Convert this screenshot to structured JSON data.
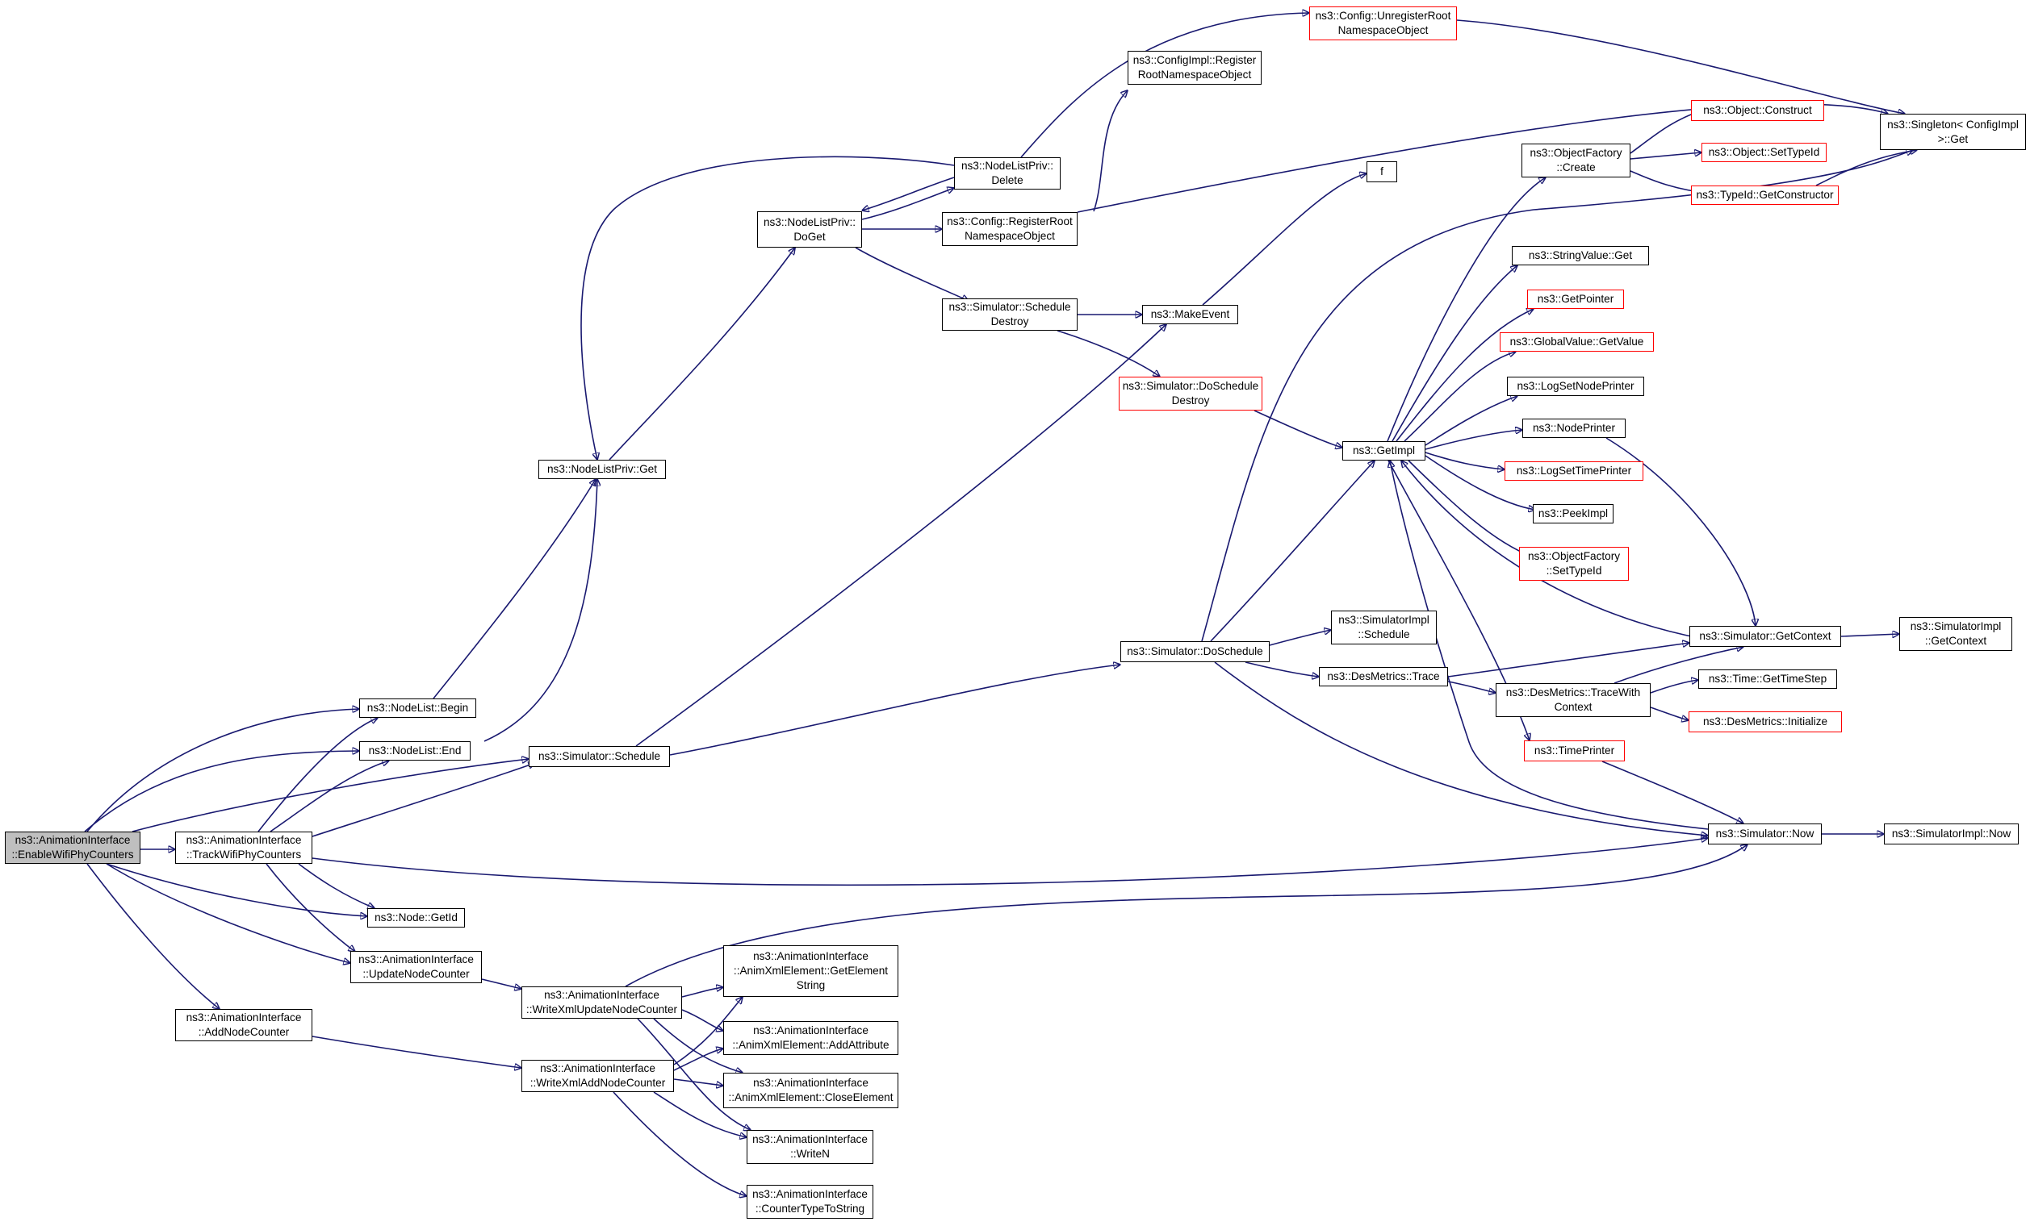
{
  "graph": {
    "colors": {
      "edge": "#191970",
      "node_border": "#000000",
      "incomplete_node_border": "#ff0000",
      "root_fill": "#bfbfbf",
      "background": "#ffffff"
    },
    "nodes": [
      {
        "id": "enable",
        "lines": [
          "ns3::AnimationInterface",
          "::EnableWifiPhyCounters"
        ],
        "style": "root"
      },
      {
        "id": "nl_begin",
        "lines": [
          "ns3::NodeList::Begin"
        ],
        "style": "normal"
      },
      {
        "id": "nl_end",
        "lines": [
          "ns3::NodeList::End"
        ],
        "style": "normal"
      },
      {
        "id": "track",
        "lines": [
          "ns3::AnimationInterface",
          "::TrackWifiPhyCounters"
        ],
        "style": "normal"
      },
      {
        "id": "node_getid",
        "lines": [
          "ns3::Node::GetId"
        ],
        "style": "normal"
      },
      {
        "id": "update",
        "lines": [
          "ns3::AnimationInterface",
          "::UpdateNodeCounter"
        ],
        "style": "normal"
      },
      {
        "id": "add",
        "lines": [
          "ns3::AnimationInterface",
          "::AddNodeCounter"
        ],
        "style": "normal"
      },
      {
        "id": "nlp_get",
        "lines": [
          "ns3::NodeListPriv::Get"
        ],
        "style": "normal"
      },
      {
        "id": "sim_schedule",
        "lines": [
          "ns3::Simulator::Schedule"
        ],
        "style": "normal"
      },
      {
        "id": "write_update",
        "lines": [
          "ns3::AnimationInterface",
          "::WriteXmlUpdateNodeCounter"
        ],
        "style": "normal"
      },
      {
        "id": "write_add",
        "lines": [
          "ns3::AnimationInterface",
          "::WriteXmlAddNodeCounter"
        ],
        "style": "normal"
      },
      {
        "id": "doget",
        "lines": [
          "ns3::NodeListPriv::",
          "DoGet"
        ],
        "style": "normal"
      },
      {
        "id": "delete",
        "lines": [
          "ns3::NodeListPriv::",
          "Delete"
        ],
        "style": "normal"
      },
      {
        "id": "sched_destroy",
        "lines": [
          "ns3::Simulator::Schedule",
          "Destroy"
        ],
        "style": "normal"
      },
      {
        "id": "reg_root",
        "lines": [
          "ns3::Config::RegisterRoot",
          "NamespaceObject"
        ],
        "style": "normal"
      },
      {
        "id": "impl_reg_root",
        "lines": [
          "ns3::ConfigImpl::Register",
          "RootNamespaceObject"
        ],
        "style": "normal"
      },
      {
        "id": "unreg_root",
        "lines": [
          "ns3::Config::UnregisterRoot",
          "NamespaceObject"
        ],
        "style": "red"
      },
      {
        "id": "make_event",
        "lines": [
          "ns3::MakeEvent"
        ],
        "style": "normal"
      },
      {
        "id": "f",
        "lines": [
          "f"
        ],
        "style": "normal"
      },
      {
        "id": "do_sched_destroy",
        "lines": [
          "ns3::Simulator::DoSchedule",
          "Destroy"
        ],
        "style": "red"
      },
      {
        "id": "do_schedule",
        "lines": [
          "ns3::Simulator::DoSchedule"
        ],
        "style": "normal"
      },
      {
        "id": "get_impl",
        "lines": [
          "ns3::GetImpl"
        ],
        "style": "normal"
      },
      {
        "id": "simimpl_schedule",
        "lines": [
          "ns3::SimulatorImpl",
          "::Schedule"
        ],
        "style": "normal"
      },
      {
        "id": "des_trace",
        "lines": [
          "ns3::DesMetrics::Trace"
        ],
        "style": "normal"
      },
      {
        "id": "trace_ctx",
        "lines": [
          "ns3::DesMetrics::TraceWith",
          "Context"
        ],
        "style": "normal"
      },
      {
        "id": "obj_factory_create",
        "lines": [
          "ns3::ObjectFactory",
          "::Create"
        ],
        "style": "normal"
      },
      {
        "id": "obj_construct",
        "lines": [
          "ns3::Object::Construct"
        ],
        "style": "red"
      },
      {
        "id": "obj_settypeid",
        "lines": [
          "ns3::Object::SetTypeId"
        ],
        "style": "red"
      },
      {
        "id": "typeid_getctor",
        "lines": [
          "ns3::TypeId::GetConstructor"
        ],
        "style": "red"
      },
      {
        "id": "singleton_get",
        "lines": [
          "ns3::Singleton< ConfigImpl",
          " >::Get"
        ],
        "style": "normal"
      },
      {
        "id": "stringvalue_get",
        "lines": [
          "ns3::StringValue::Get"
        ],
        "style": "normal"
      },
      {
        "id": "get_pointer",
        "lines": [
          "ns3::GetPointer"
        ],
        "style": "red"
      },
      {
        "id": "globalvalue_getvalue",
        "lines": [
          "ns3::GlobalValue::GetValue"
        ],
        "style": "red"
      },
      {
        "id": "log_setnodeprinter",
        "lines": [
          "ns3::LogSetNodePrinter"
        ],
        "style": "normal"
      },
      {
        "id": "node_printer",
        "lines": [
          "ns3::NodePrinter"
        ],
        "style": "normal"
      },
      {
        "id": "log_settimeprinter",
        "lines": [
          "ns3::LogSetTimePrinter"
        ],
        "style": "red"
      },
      {
        "id": "peek_impl",
        "lines": [
          "ns3::PeekImpl"
        ],
        "style": "normal"
      },
      {
        "id": "objfactory_settypeid",
        "lines": [
          "ns3::ObjectFactory",
          "::SetTypeId"
        ],
        "style": "red"
      },
      {
        "id": "time_printer",
        "lines": [
          "ns3::TimePrinter"
        ],
        "style": "red"
      },
      {
        "id": "sim_getcontext",
        "lines": [
          "ns3::Simulator::GetContext"
        ],
        "style": "normal"
      },
      {
        "id": "simimpl_getcontext",
        "lines": [
          "ns3::SimulatorImpl",
          "::GetContext"
        ],
        "style": "normal"
      },
      {
        "id": "time_gettimestep",
        "lines": [
          "ns3::Time::GetTimeStep"
        ],
        "style": "normal"
      },
      {
        "id": "desmetrics_initialize",
        "lines": [
          "ns3::DesMetrics::Initialize"
        ],
        "style": "red"
      },
      {
        "id": "sim_now",
        "lines": [
          "ns3::Simulator::Now"
        ],
        "style": "normal"
      },
      {
        "id": "simimpl_now",
        "lines": [
          "ns3::SimulatorImpl::Now"
        ],
        "style": "normal"
      },
      {
        "id": "get_element_string",
        "lines": [
          "ns3::AnimationInterface",
          "::AnimXmlElement::GetElement",
          "String"
        ],
        "style": "normal"
      },
      {
        "id": "add_attribute",
        "lines": [
          "ns3::AnimationInterface",
          "::AnimXmlElement::AddAttribute"
        ],
        "style": "normal"
      },
      {
        "id": "close_element",
        "lines": [
          "ns3::AnimationInterface",
          "::AnimXmlElement::CloseElement"
        ],
        "style": "normal"
      },
      {
        "id": "write_n",
        "lines": [
          "ns3::AnimationInterface",
          "::WriteN"
        ],
        "style": "normal"
      },
      {
        "id": "counter_type_to_string",
        "lines": [
          "ns3::AnimationInterface",
          "::CounterTypeToString"
        ],
        "style": "normal"
      }
    ],
    "edges": [
      [
        "enable",
        "nl_begin"
      ],
      [
        "enable",
        "nl_end"
      ],
      [
        "enable",
        "sim_schedule"
      ],
      [
        "enable",
        "track"
      ],
      [
        "enable",
        "node_getid"
      ],
      [
        "enable",
        "update"
      ],
      [
        "enable",
        "add"
      ],
      [
        "nl_begin",
        "nlp_get"
      ],
      [
        "nl_end",
        "nlp_get"
      ],
      [
        "track",
        "nl_begin"
      ],
      [
        "track",
        "nl_end"
      ],
      [
        "track",
        "sim_schedule"
      ],
      [
        "track",
        "node_getid"
      ],
      [
        "track",
        "update"
      ],
      [
        "track",
        "sim_now"
      ],
      [
        "update",
        "write_update"
      ],
      [
        "add",
        "write_add"
      ],
      [
        "nlp_get",
        "doget"
      ],
      [
        "doget",
        "delete"
      ],
      [
        "doget",
        "reg_root"
      ],
      [
        "doget",
        "sched_destroy"
      ],
      [
        "delete",
        "doget"
      ],
      [
        "delete",
        "nlp_get"
      ],
      [
        "delete",
        "unreg_root"
      ],
      [
        "reg_root",
        "impl_reg_root"
      ],
      [
        "reg_root",
        "singleton_get"
      ],
      [
        "unreg_root",
        "singleton_get"
      ],
      [
        "sched_destroy",
        "make_event"
      ],
      [
        "sched_destroy",
        "do_sched_destroy"
      ],
      [
        "make_event",
        "f"
      ],
      [
        "sim_schedule",
        "make_event"
      ],
      [
        "sim_schedule",
        "do_schedule"
      ],
      [
        "do_sched_destroy",
        "get_impl"
      ],
      [
        "do_schedule",
        "singleton_get"
      ],
      [
        "do_schedule",
        "get_impl"
      ],
      [
        "do_schedule",
        "simimpl_schedule"
      ],
      [
        "do_schedule",
        "des_trace"
      ],
      [
        "do_schedule",
        "sim_now"
      ],
      [
        "get_impl",
        "obj_factory_create"
      ],
      [
        "get_impl",
        "stringvalue_get"
      ],
      [
        "get_impl",
        "get_pointer"
      ],
      [
        "get_impl",
        "globalvalue_getvalue"
      ],
      [
        "get_impl",
        "log_setnodeprinter"
      ],
      [
        "get_impl",
        "node_printer"
      ],
      [
        "get_impl",
        "log_settimeprinter"
      ],
      [
        "get_impl",
        "peek_impl"
      ],
      [
        "get_impl",
        "objfactory_settypeid"
      ],
      [
        "get_impl",
        "time_printer"
      ],
      [
        "obj_factory_create",
        "obj_construct"
      ],
      [
        "obj_factory_create",
        "obj_settypeid"
      ],
      [
        "obj_factory_create",
        "typeid_getctor"
      ],
      [
        "typeid_getctor",
        "singleton_get"
      ],
      [
        "node_printer",
        "sim_getcontext"
      ],
      [
        "des_trace",
        "sim_getcontext"
      ],
      [
        "des_trace",
        "trace_ctx"
      ],
      [
        "trace_ctx",
        "sim_getcontext"
      ],
      [
        "trace_ctx",
        "time_gettimestep"
      ],
      [
        "trace_ctx",
        "desmetrics_initialize"
      ],
      [
        "sim_getcontext",
        "get_impl"
      ],
      [
        "sim_getcontext",
        "simimpl_getcontext"
      ],
      [
        "time_printer",
        "sim_now"
      ],
      [
        "sim_now",
        "get_impl"
      ],
      [
        "sim_now",
        "simimpl_now"
      ],
      [
        "write_update",
        "sim_now"
      ],
      [
        "write_update",
        "get_element_string"
      ],
      [
        "write_update",
        "add_attribute"
      ],
      [
        "write_update",
        "close_element"
      ],
      [
        "write_update",
        "write_n"
      ],
      [
        "write_add",
        "get_element_string"
      ],
      [
        "write_add",
        "add_attribute"
      ],
      [
        "write_add",
        "close_element"
      ],
      [
        "write_add",
        "write_n"
      ],
      [
        "write_add",
        "counter_type_to_string"
      ]
    ]
  }
}
